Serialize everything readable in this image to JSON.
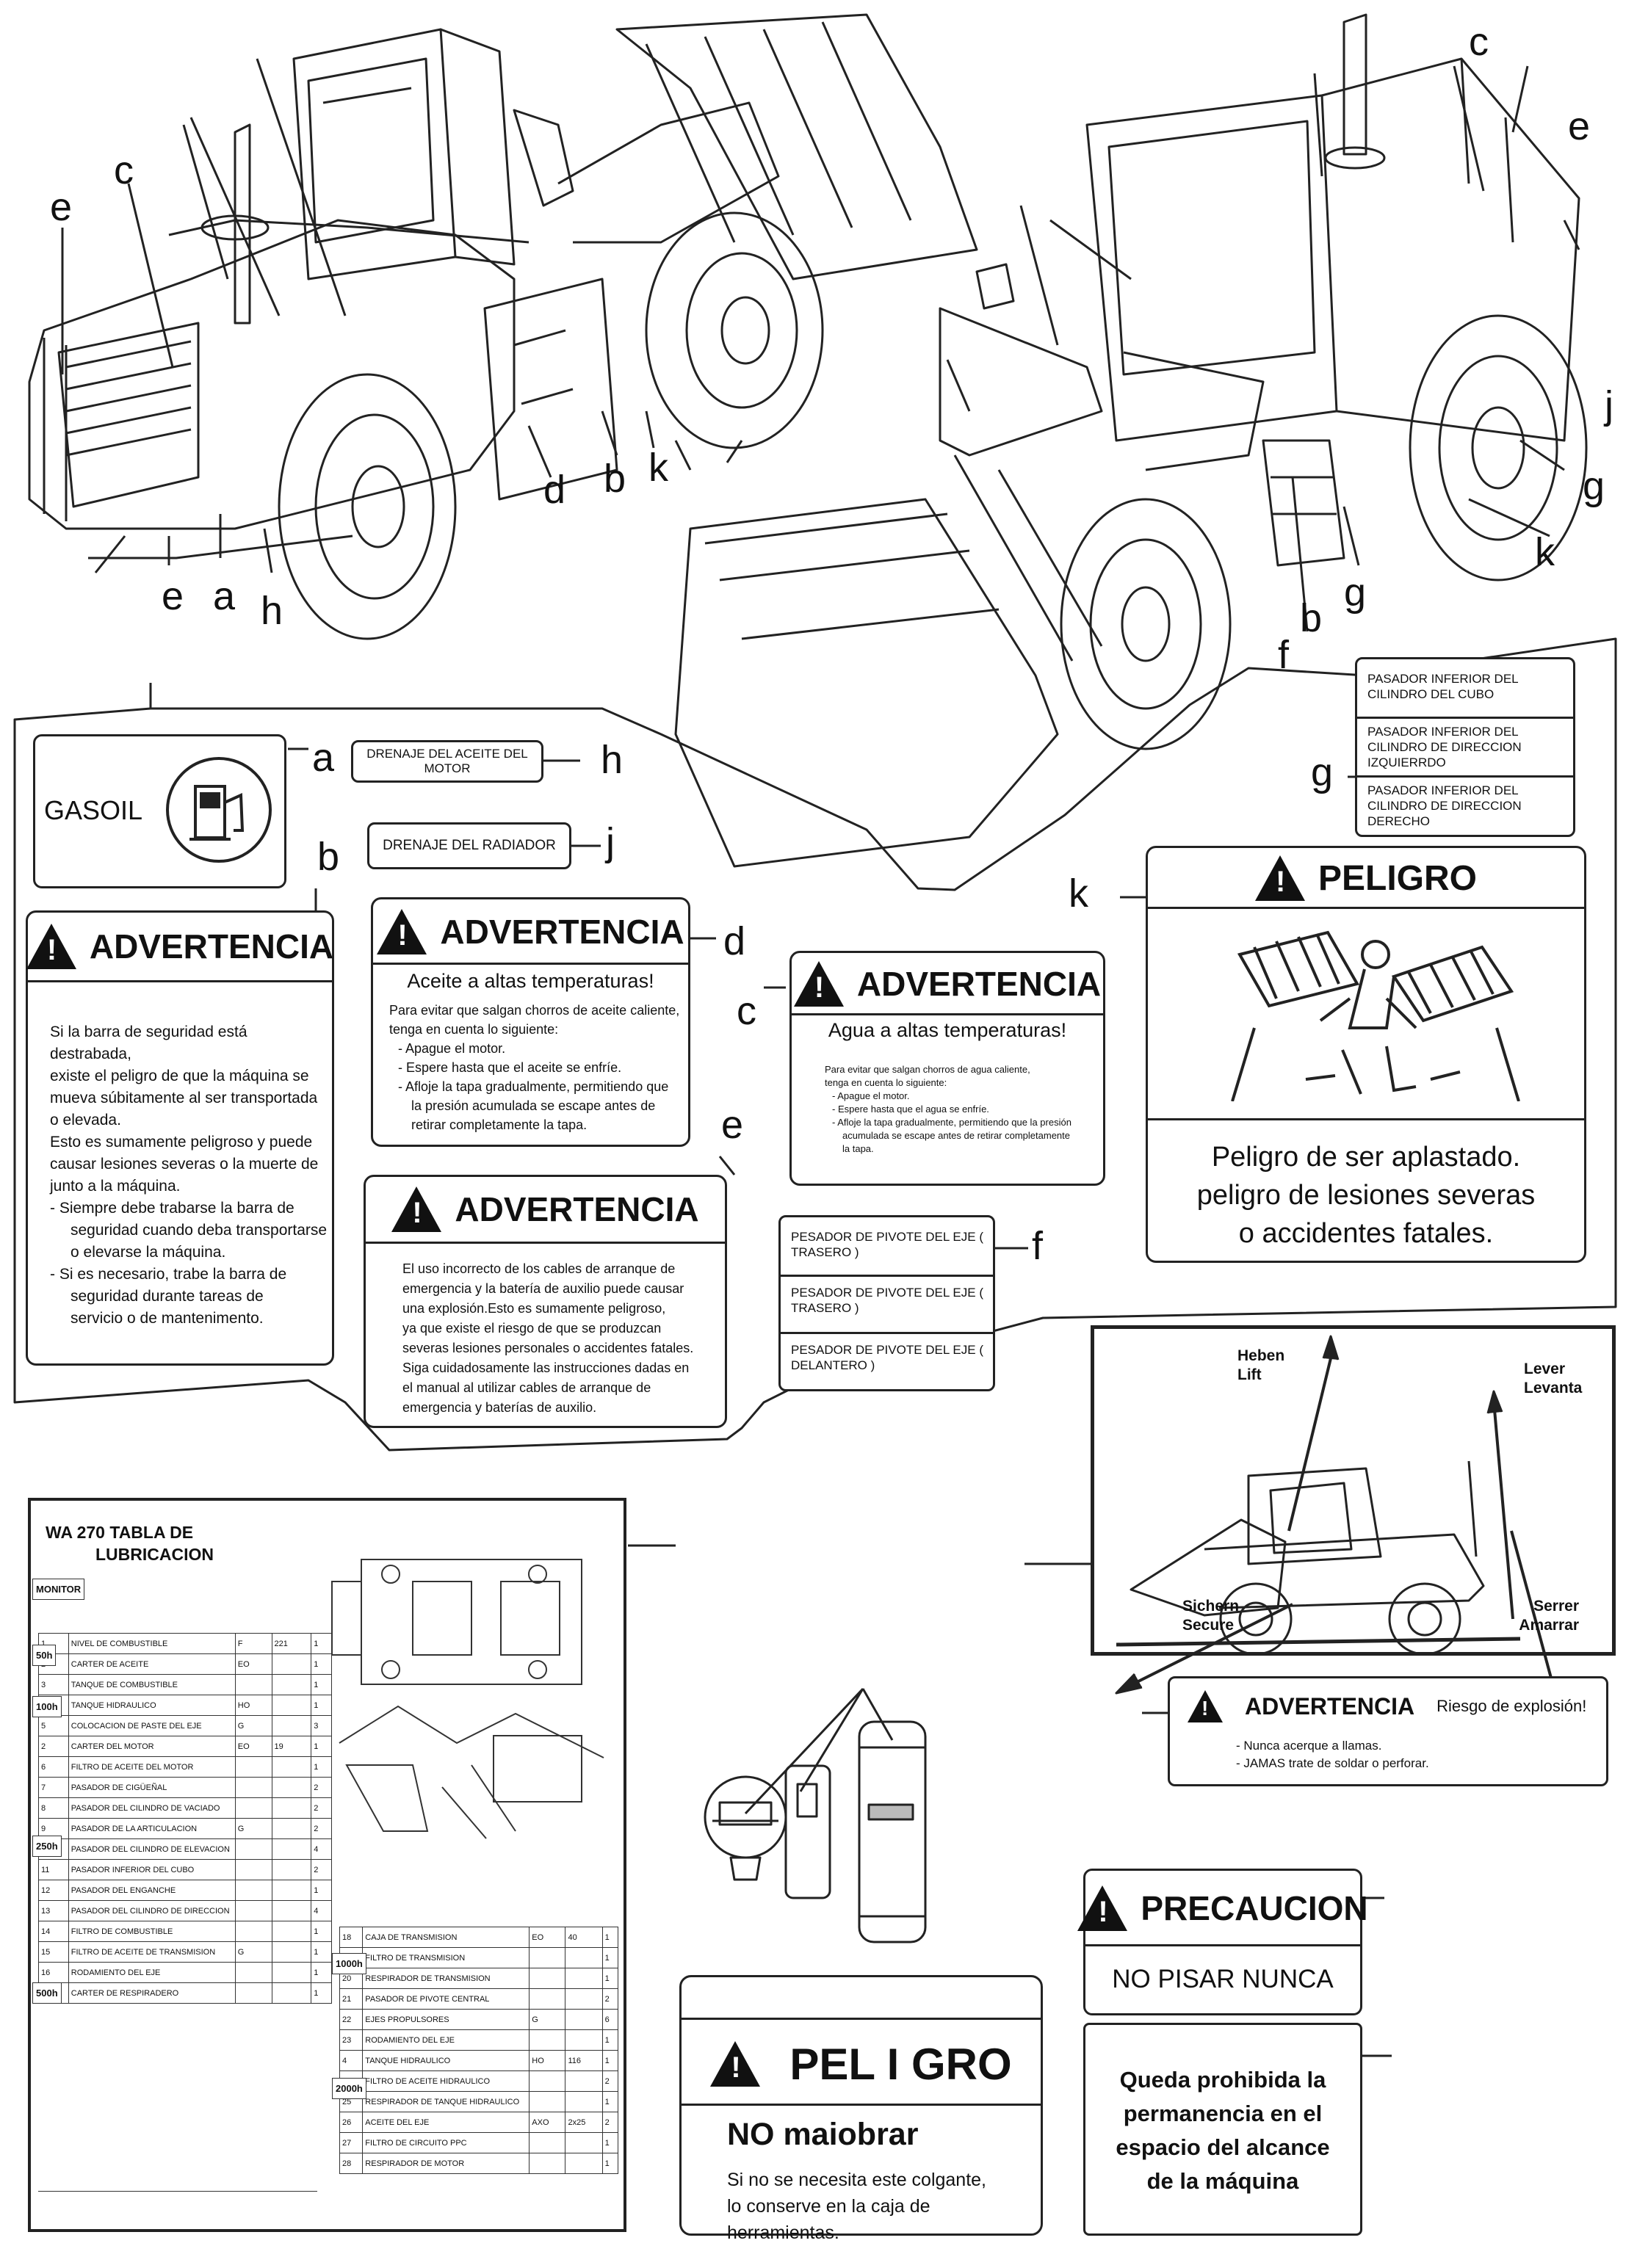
{
  "callouts": {
    "left_loader": [
      "e",
      "c",
      "d",
      "b",
      "k",
      "e",
      "a",
      "h"
    ],
    "right_loader": [
      "c",
      "e",
      "j",
      "g",
      "k",
      "g",
      "b",
      "f"
    ]
  },
  "label_a": {
    "letter": "a",
    "text": "GASOIL",
    "icon": "fuel-pump-icon"
  },
  "label_h": {
    "letter": "h",
    "text": "DRENAJE DEL ACEITE DEL MOTOR"
  },
  "label_j": {
    "letter": "j",
    "text": "DRENAJE DEL RADIADOR"
  },
  "label_g": {
    "letter": "g",
    "rows": [
      "PASADOR INFERIOR DEL CILINDRO DEL CUBO",
      "PASADOR INFERIOR DEL CILINDRO DE DIRECCION IZQUIERRDO",
      "PASADOR INFERIOR DEL CILINDRO DE DIRECCION DERECHO"
    ]
  },
  "label_b": {
    "letter": "b",
    "header": "ADVERTENCIA",
    "lines": [
      "Si la barra de seguridad está destrabada,",
      "existe el peligro de que la máquina se",
      "mueva súbitamente al ser transportada",
      "o elevada.",
      "Esto es sumamente peligroso y puede",
      "causar lesiones severas o la muerte de",
      "junto a la máquina.",
      "- Siempre debe trabarse la barra de",
      "seguridad cuando deba transportarse",
      "o elevarse la máquina.",
      "- Si es necesario, trabe la barra de",
      "seguridad durante tareas de",
      "servicio o de mantenimento."
    ]
  },
  "label_d": {
    "letter": "d",
    "header": "ADVERTENCIA",
    "subtitle": "Aceite a altas temperaturas!",
    "lines": [
      "Para evitar que salgan chorros de aceite caliente,",
      "tenga en cuenta lo siguiente:",
      "- Apague el motor.",
      "- Espere hasta que el aceite se enfríe.",
      "- Afloje la tapa gradualmente, permitiendo que",
      "la presión acumulada se escape antes de",
      "retirar completamente la tapa."
    ]
  },
  "label_c": {
    "letter": "c",
    "header": "ADVERTENCIA",
    "subtitle": "Agua a altas temperaturas!",
    "lines": [
      "Para evitar que salgan chorros de agua caliente,",
      "tenga en cuenta lo siguiente:",
      "- Apague el motor.",
      "- Espere hasta que el agua se enfríe.",
      "- Afloje la tapa gradualmente, permitiendo que la presión",
      "acumulada se escape antes de retirar completamente",
      "la tapa."
    ]
  },
  "label_e": {
    "letter": "e",
    "header": "ADVERTENCIA",
    "lines": [
      "El uso incorrecto de los cables de arranque de",
      "emergencia y la batería de auxilio puede causar",
      "una explosión.Esto es sumamente peligroso,",
      "ya que existe el riesgo de que se produzcan",
      "severas lesiones personales o accidentes fatales.",
      "Siga cuidadosamente las instrucciones dadas en",
      "el manual al utilizar cables de arranque de",
      "emergencia y baterías de auxilio."
    ]
  },
  "label_f": {
    "letter": "f",
    "rows": [
      "PESADOR DE PIVOTE DEL EJE ( TRASERO )",
      "PESADOR DE PIVOTE DEL EJE ( TRASERO )",
      "PESADOR DE PIVOTE DEL EJE ( DELANTERO )"
    ]
  },
  "label_k": {
    "letter": "k",
    "header": "PELIGRO",
    "lines": [
      "Peligro de ser aplastado.",
      "peligro de lesiones severas",
      "o accidentes fatales."
    ]
  },
  "lift_label": {
    "heben": "Heben",
    "lift": "Lift",
    "lever": "Lever",
    "levanta": "Levanta",
    "sichern": "Sichern",
    "secure": "Secure",
    "serrer": "Serrer",
    "amarrar": "Amarrar"
  },
  "explosion": {
    "header": "ADVERTENCIA",
    "note": "Riesgo de explosión!",
    "lines": [
      "- Nunca acerque a llamas.",
      "- JAMAS trate de soldar o perforar."
    ]
  },
  "precaucion": {
    "header": "PRECAUCION",
    "text": "NO PISAR NUNCA"
  },
  "peligro2": {
    "header": "PEL I GRO",
    "title": "NO maiobrar",
    "lines": [
      "Si no se necesita este colgante,",
      "lo conserve en la caja de herramientas."
    ]
  },
  "prohibida": {
    "lines": [
      "Queda prohibida la",
      "permanencia en el",
      "espacio del alcance",
      "de la máquina"
    ]
  },
  "lubrication": {
    "title_1": "WA 270 TABLA DE",
    "title_2": "LUBRICACION",
    "intervals": [
      "MONITOR",
      "50h",
      "100h",
      "250h",
      "500h",
      "1000h",
      "2000h"
    ],
    "rows_left": [
      [
        "1",
        "NIVEL DE COMBUSTIBLE",
        "F",
        "221",
        "1"
      ],
      [
        "2",
        "CARTER DE ACEITE",
        "EO",
        "",
        "1"
      ],
      [
        "3",
        "TANQUE DE COMBUSTIBLE",
        "",
        "",
        "1"
      ],
      [
        "4",
        "TANQUE HIDRAULICO",
        "HO",
        "",
        "1"
      ],
      [
        "5",
        "COLOCACION DE PASTE DEL EJE",
        "G",
        "",
        "3"
      ],
      [
        "2",
        "CARTER DEL MOTOR",
        "EO",
        "19",
        "1"
      ],
      [
        "6",
        "FILTRO DE ACEITE DEL MOTOR",
        "",
        "",
        "1"
      ],
      [
        "7",
        "PASADOR DE CIGÜEÑAL",
        "",
        "",
        "2"
      ],
      [
        "8",
        "PASADOR DEL CILINDRO DE VACIADO",
        "",
        "",
        "2"
      ],
      [
        "9",
        "PASADOR DE LA ARTICULACION",
        "G",
        "",
        "2"
      ],
      [
        "10",
        "PASADOR DEL CILINDRO DE ELEVACION",
        "",
        "",
        "4"
      ],
      [
        "11",
        "PASADOR INFERIOR DEL CUBO",
        "",
        "",
        "2"
      ],
      [
        "12",
        "PASADOR DEL ENGANCHE",
        "",
        "",
        "1"
      ],
      [
        "13",
        "PASADOR DEL CILINDRO DE DIRECCION",
        "",
        "",
        "4"
      ],
      [
        "14",
        "FILTRO DE COMBUSTIBLE",
        "",
        "",
        "1"
      ],
      [
        "15",
        "FILTRO DE ACEITE DE TRANSMISION",
        "G",
        "",
        "1"
      ],
      [
        "16",
        "RODAMIENTO DEL EJE",
        "",
        "",
        "1"
      ],
      [
        "17",
        "CARTER DE RESPIRADERO",
        "",
        "",
        "1"
      ]
    ],
    "rows_right": [
      [
        "18",
        "CAJA DE TRANSMISION",
        "EO",
        "40",
        "1"
      ],
      [
        "19",
        "FILTRO DE TRANSMISION",
        "",
        "",
        "1"
      ],
      [
        "20",
        "RESPIRADOR DE TRANSMISION",
        "",
        "",
        "1"
      ],
      [
        "21",
        "PASADOR DE PIVOTE CENTRAL",
        "",
        "",
        "2"
      ],
      [
        "22",
        "EJES PROPULSORES",
        "G",
        "",
        "6"
      ],
      [
        "23",
        "RODAMIENTO DEL EJE",
        "",
        "",
        "1"
      ],
      [
        "4",
        "TANQUE HIDRAULICO",
        "HO",
        "116",
        "1"
      ],
      [
        "24",
        "FILTRO DE ACEITE HIDRAULICO",
        "",
        "",
        "2"
      ],
      [
        "25",
        "RESPIRADOR DE TANQUE HIDRAULICO",
        "",
        "",
        "1"
      ],
      [
        "26",
        "ACEITE DEL EJE",
        "AXO",
        "2x25",
        "2"
      ],
      [
        "27",
        "FILTRO DE CIRCUITO PPC",
        "",
        "",
        "1"
      ],
      [
        "28",
        "RESPIRADOR DE MOTOR",
        "",
        "",
        "1"
      ]
    ]
  }
}
